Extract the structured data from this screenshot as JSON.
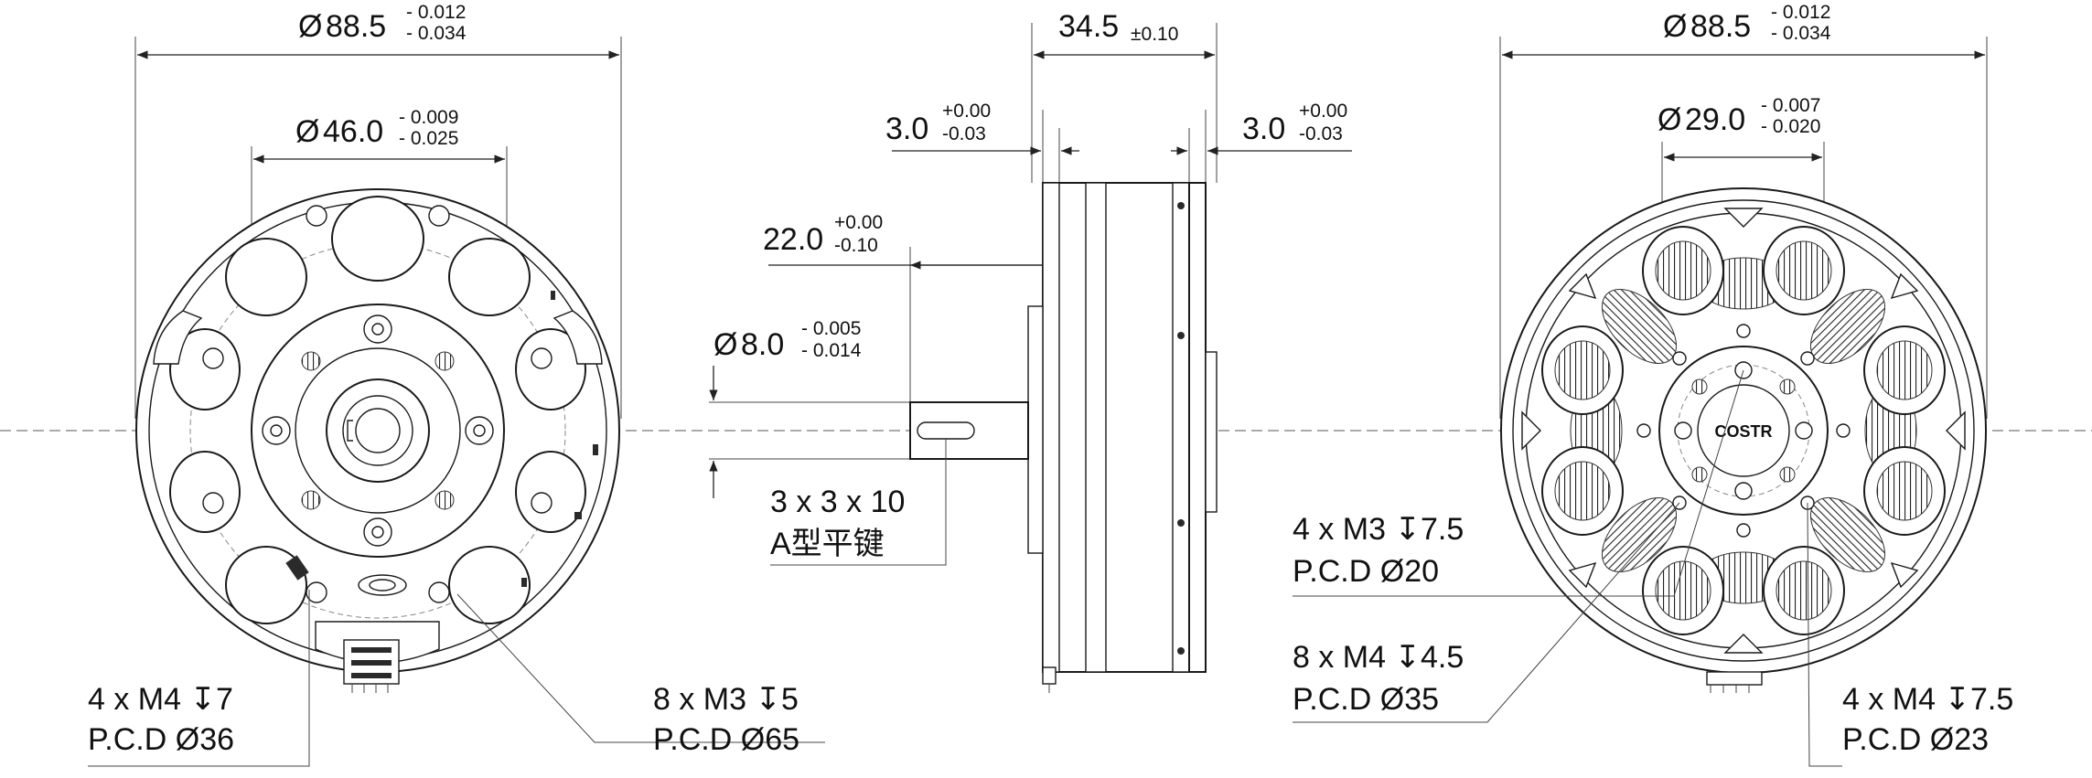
{
  "left_view": {
    "outer_diameter": {
      "symbol": "Ø",
      "value": "88.5",
      "tol_upper": "- 0.012",
      "tol_lower": "- 0.034"
    },
    "inner_diameter": {
      "symbol": "Ø",
      "value": "46.0",
      "tol_upper": "- 0.009",
      "tol_lower": "- 0.025"
    },
    "note_a": {
      "line1": "4 x M4  ↧7",
      "line2": "P.C.D Ø36"
    },
    "note_b": {
      "line1": "8 x M3  ↧5",
      "line2": "P.C.D Ø65"
    }
  },
  "side_view": {
    "overall_width": {
      "value": "34.5",
      "tol": "±0.10"
    },
    "left_flange": {
      "value": "3.0",
      "tol_upper": "+0.00",
      "tol_lower": "-0.03"
    },
    "right_flange": {
      "value": "3.0",
      "tol_upper": "+0.00",
      "tol_lower": "-0.03"
    },
    "shaft_length": {
      "value": "22.0",
      "tol_upper": "+0.00",
      "tol_lower": "-0.10"
    },
    "shaft_diameter": {
      "symbol": "Ø",
      "value": "8.0",
      "tol_upper": "- 0.005",
      "tol_lower": "- 0.014"
    },
    "key_note": {
      "line1": "3 x 3 x 10",
      "line2": "A型平键"
    }
  },
  "right_view": {
    "outer_diameter": {
      "symbol": "Ø",
      "value": "88.5",
      "tol_upper": "- 0.012",
      "tol_lower": "- 0.034"
    },
    "inner_diameter": {
      "symbol": "Ø",
      "value": "29.0",
      "tol_upper": "- 0.007",
      "tol_lower": "- 0.020"
    },
    "logo_text": "COSTR",
    "note_a": {
      "line1": "4 x M3  ↧7.5",
      "line2": "P.C.D Ø20"
    },
    "note_b": {
      "line1": "8 x M4  ↧4.5",
      "line2": "P.C.D Ø35"
    },
    "note_c": {
      "line1": "4 x M4  ↧7.5",
      "line2": "P.C.D Ø23"
    }
  }
}
